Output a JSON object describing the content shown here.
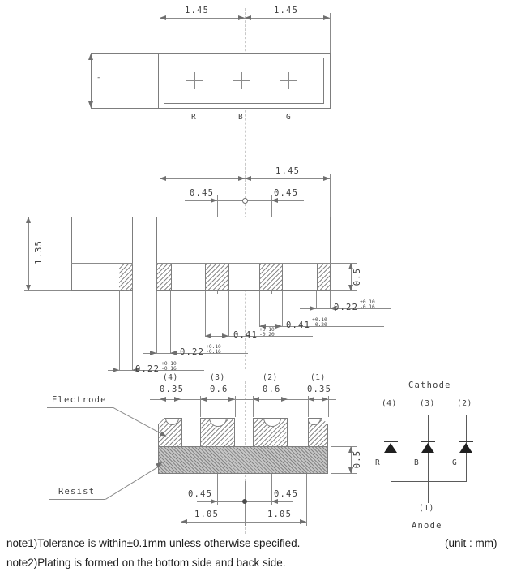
{
  "top_view": {
    "dim_left": "1.45",
    "dim_right": "1.45",
    "side_mark": "-",
    "die_labels": [
      "R",
      "B",
      "G"
    ]
  },
  "front_view": {
    "dim_total": "1.45",
    "dim_offset_left": "0.45",
    "dim_offset_right": "0.45",
    "dim_height": "1.35",
    "dim_terminal_height": "0.5",
    "callouts": [
      {
        "value": "0.22",
        "tol_plus": "+0.10",
        "tol_minus": "-0.16"
      },
      {
        "value": "0.41",
        "tol_plus": "+0.10",
        "tol_minus": "-0.20"
      },
      {
        "value": "0.41",
        "tol_plus": "+0.10",
        "tol_minus": "-0.20"
      },
      {
        "value": "0.22",
        "tol_plus": "+0.10",
        "tol_minus": "-0.16"
      },
      {
        "value": "0.22",
        "tol_plus": "+0.10",
        "tol_minus": "-0.16"
      }
    ]
  },
  "bottom_view": {
    "pin_numbers": [
      "(4)",
      "(3)",
      "(2)",
      "(1)"
    ],
    "pad_widths": [
      "0.35",
      "0.6",
      "0.6",
      "0.35"
    ],
    "electrode_label": "Electrode",
    "resist_label": "Resist",
    "dim_resist_height": "0.5",
    "dim_inner_left": "0.45",
    "dim_inner_right": "0.45",
    "dim_outer_left": "1.05",
    "dim_outer_right": "1.05"
  },
  "circuit": {
    "cathode_label": "Cathode",
    "anode_label": "Anode",
    "top_pins": [
      "(4)",
      "(3)",
      "(2)"
    ],
    "bottom_pin": "(1)",
    "diode_labels": [
      "R",
      "B",
      "G"
    ]
  },
  "notes": {
    "note1": "note1)Tolerance is within±0.1mm unless otherwise specified.",
    "unit": "(unit : mm)",
    "note2": "note2)Plating is formed on the bottom side and back side."
  },
  "colors": {
    "line": "#8b8b8b",
    "centerline": "#c9c9c9",
    "text": "#3f3f3f"
  }
}
